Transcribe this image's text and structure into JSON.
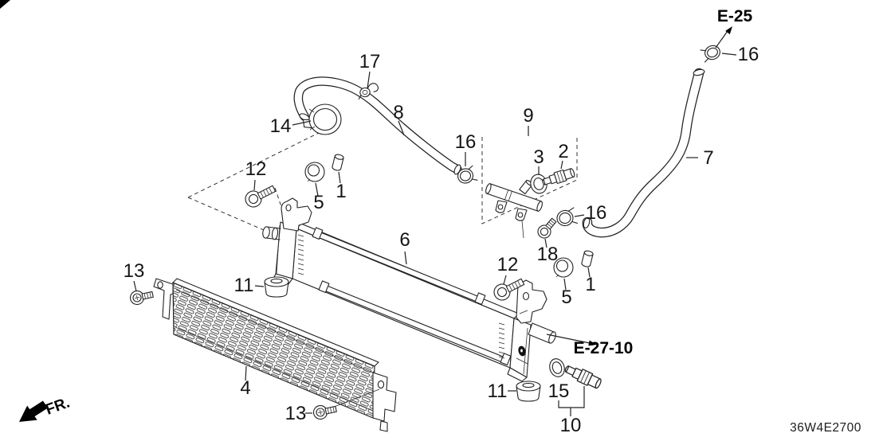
{
  "colors": {
    "background": "#ffffff",
    "line": "#222222",
    "label": "#141414"
  },
  "diagram": {
    "code": "36W4E2700",
    "direction_indicator": "FR.",
    "references": {
      "e25": "E-25",
      "e27_10": "E-27-10"
    },
    "callouts": {
      "pin_bolt_left": "1",
      "pin_bolt_right": "1",
      "sensor_small": "2",
      "oring_small": "3",
      "oil_cooler": "4",
      "cap_left": "5",
      "cap_right": "5",
      "radiator": "6",
      "hose_long": "7",
      "hose_upper": "8",
      "pipe_assembly": "9",
      "sensor_large": "10",
      "grommet_left": "11",
      "grommet_right": "11",
      "bolt12_left": "12",
      "bolt12_right": "12",
      "bolt13_left": "13",
      "bolt13_right": "13",
      "clamp14": "14",
      "washer15": "15",
      "clamp16_left": "16",
      "clamp16_mid": "16",
      "clamp16_top": "16",
      "clamp17": "17",
      "bolt18": "18"
    }
  }
}
